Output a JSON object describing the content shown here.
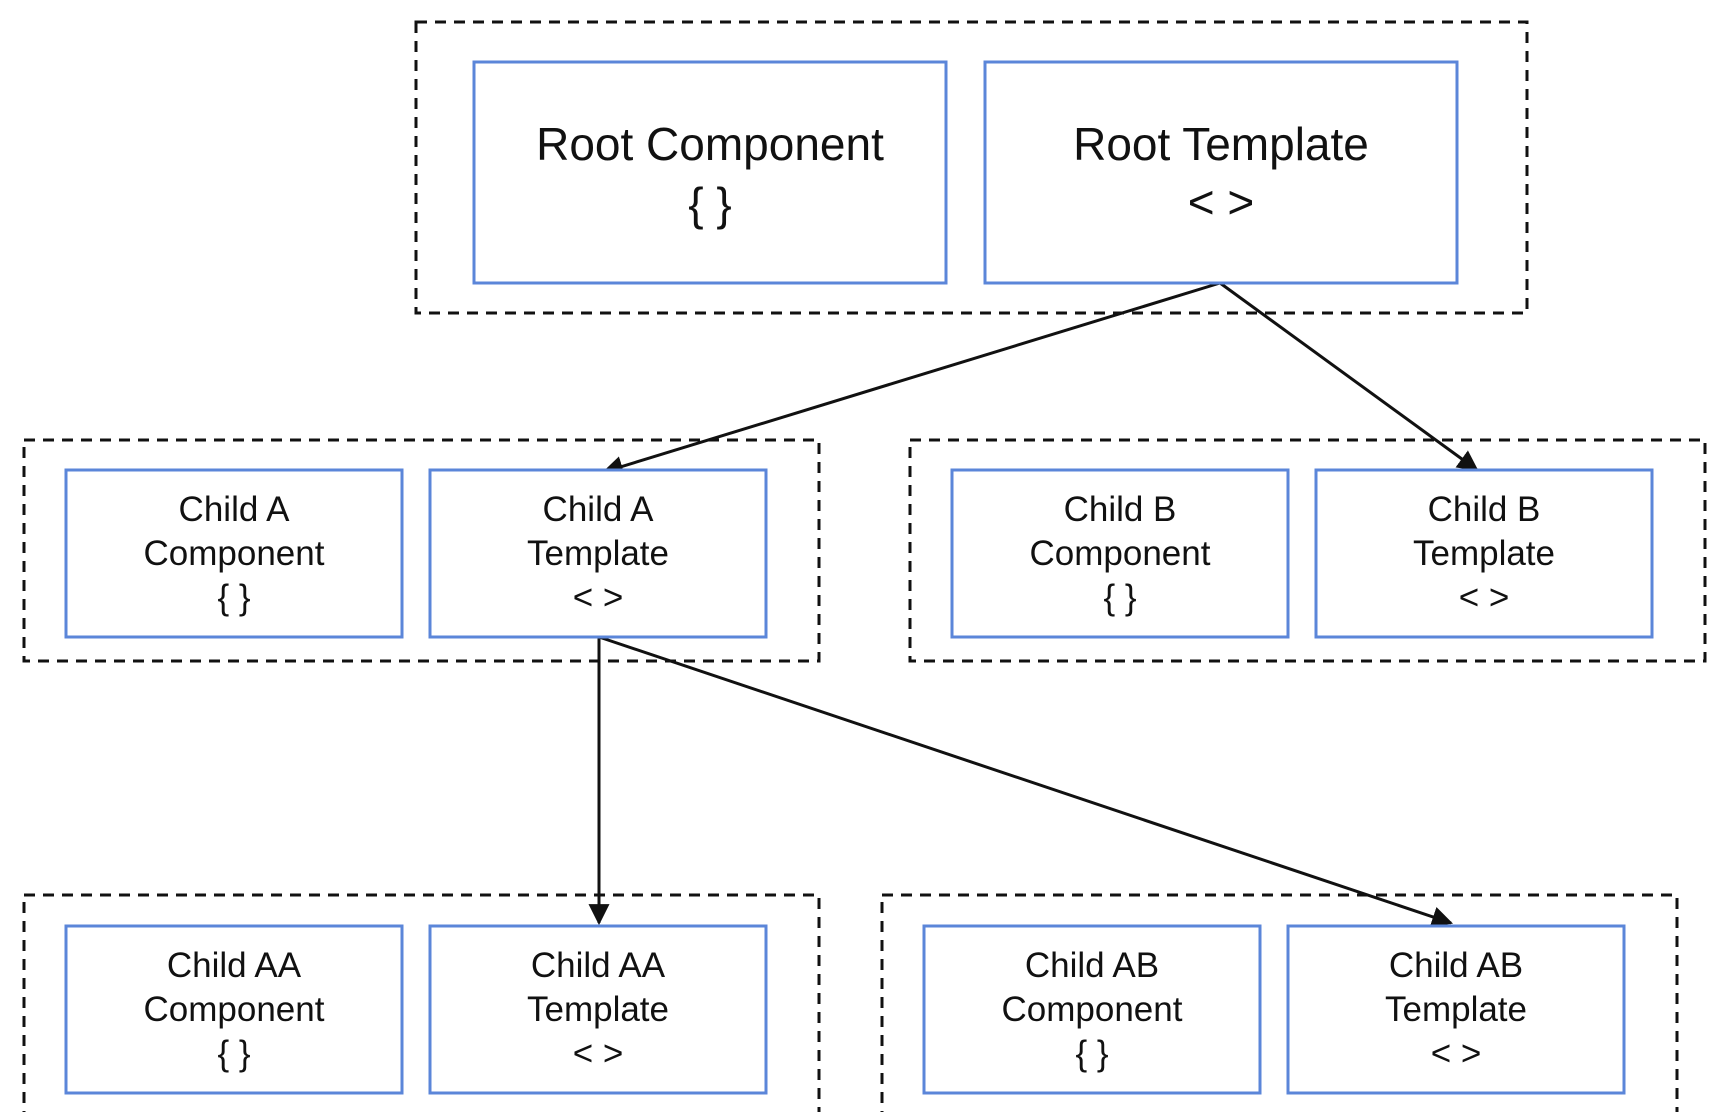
{
  "groups": [
    {
      "id": "root",
      "nodes": [
        "root-component",
        "root-template"
      ]
    },
    {
      "id": "child-a",
      "nodes": [
        "child-a-component",
        "child-a-template"
      ]
    },
    {
      "id": "child-b",
      "nodes": [
        "child-b-component",
        "child-b-template"
      ]
    },
    {
      "id": "child-aa",
      "nodes": [
        "child-aa-component",
        "child-aa-template"
      ]
    },
    {
      "id": "child-ab",
      "nodes": [
        "child-ab-component",
        "child-ab-template"
      ]
    }
  ],
  "nodes": {
    "root_component": {
      "line1": "Root Component",
      "symbol": "{ }"
    },
    "root_template": {
      "line1": "Root Template",
      "symbol": "< >"
    },
    "child_a_component": {
      "line1": "Child A",
      "line2": "Component",
      "symbol": "{ }"
    },
    "child_a_template": {
      "line1": "Child A",
      "line2": "Template",
      "symbol": "< >"
    },
    "child_b_component": {
      "line1": "Child B",
      "line2": "Component",
      "symbol": "{ }"
    },
    "child_b_template": {
      "line1": "Child B",
      "line2": "Template",
      "symbol": "< >"
    },
    "child_aa_component": {
      "line1": "Child AA",
      "line2": "Component",
      "symbol": "{ }"
    },
    "child_aa_template": {
      "line1": "Child AA",
      "line2": "Template",
      "symbol": "< >"
    },
    "child_ab_component": {
      "line1": "Child AB",
      "line2": "Component",
      "symbol": "{ }"
    },
    "child_ab_template": {
      "line1": "Child AB",
      "line2": "Template",
      "symbol": "< >"
    }
  },
  "edges": [
    {
      "from": "root_template",
      "to": "child_a_template"
    },
    {
      "from": "root_template",
      "to": "child_b_template"
    },
    {
      "from": "child_a_template",
      "to": "child_aa_template"
    },
    {
      "from": "child_a_template",
      "to": "child_ab_template"
    }
  ]
}
